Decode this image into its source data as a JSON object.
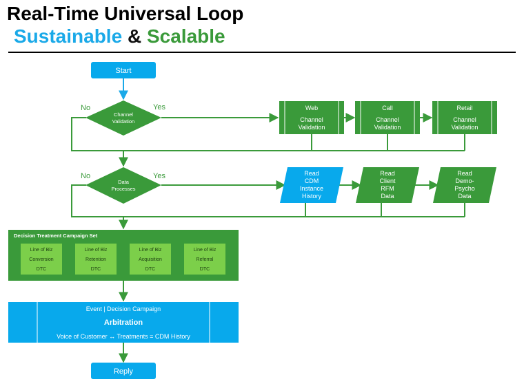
{
  "header": {
    "title": "Real-Time Universal Loop",
    "subtitle_part1": "Sustainable",
    "subtitle_amp": "&",
    "subtitle_part2": "Scalable"
  },
  "flow": {
    "start": "Start",
    "decision1": {
      "line1": "Channel",
      "line2": "Validation",
      "no": "No",
      "yes": "Yes"
    },
    "channels": [
      {
        "line1": "Web",
        "line2": "Channel",
        "line3": "Validation"
      },
      {
        "line1": "Call",
        "line2": "Channel",
        "line3": "Validation"
      },
      {
        "line1": "Retail",
        "line2": "Channel",
        "line3": "Validation"
      }
    ],
    "decision2": {
      "line1": "Data",
      "line2": "Processes",
      "no": "No",
      "yes": "Yes"
    },
    "reads": [
      {
        "line1": "Read",
        "line2": "CDM",
        "line3": "Instance",
        "line4": "History"
      },
      {
        "line1": "Read",
        "line2": "Client",
        "line3": "RFM",
        "line4": "Data"
      },
      {
        "line1": "Read",
        "line2": "Demo-",
        "line3": "Psycho",
        "line4": "Data"
      }
    ],
    "campaign_set": {
      "title": "Decision Treatment Campaign Set",
      "items": [
        {
          "line1": "Line of Biz",
          "line2": "Conversion",
          "line3": "DTC"
        },
        {
          "line1": "Line of Biz",
          "line2": "Retention",
          "line3": "DTC"
        },
        {
          "line1": "Line of Biz",
          "line2": "Acquisition",
          "line3": "DTC"
        },
        {
          "line1": "Line of Biz",
          "line2": "Referral",
          "line3": "DTC"
        }
      ]
    },
    "arbitration": {
      "top": "Event | Decision Campaign",
      "title": "Arbitration",
      "bottom": "Voice of Customer ↔ Treatments  =  CDM History"
    },
    "reply": "Reply"
  },
  "colors": {
    "green": "#3a9a3a",
    "light_green": "#7ccf4a",
    "blue": "#08a9ec"
  }
}
